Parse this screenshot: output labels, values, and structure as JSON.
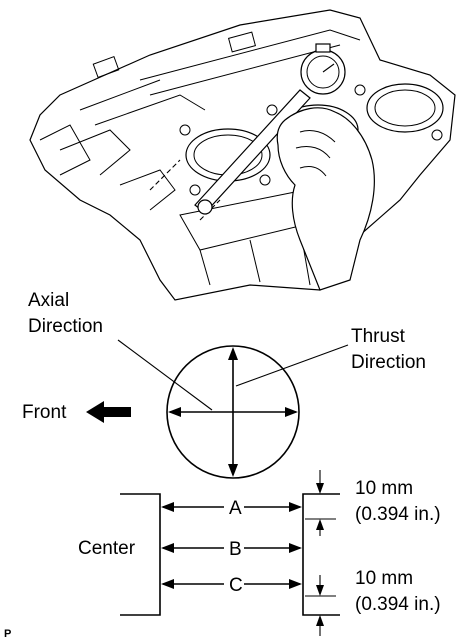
{
  "labels": {
    "axial_line1": "Axial",
    "axial_line2": "Direction",
    "thrust_line1": "Thrust",
    "thrust_line2": "Direction",
    "front": "Front",
    "center": "Center",
    "pos_a": "A",
    "pos_b": "B",
    "pos_c": "C",
    "upper_dim_mm": "10 mm",
    "upper_dim_in": "(0.394 in.)",
    "lower_dim_mm": "10 mm",
    "lower_dim_in": "(0.394 in.)",
    "corner_mark": "P"
  },
  "icons": {
    "engine": "engine-block-with-bore-gauge-illustration",
    "front_arrow": "left-arrow-icon"
  },
  "colors": {
    "ink": "#000000",
    "background": "#ffffff"
  }
}
